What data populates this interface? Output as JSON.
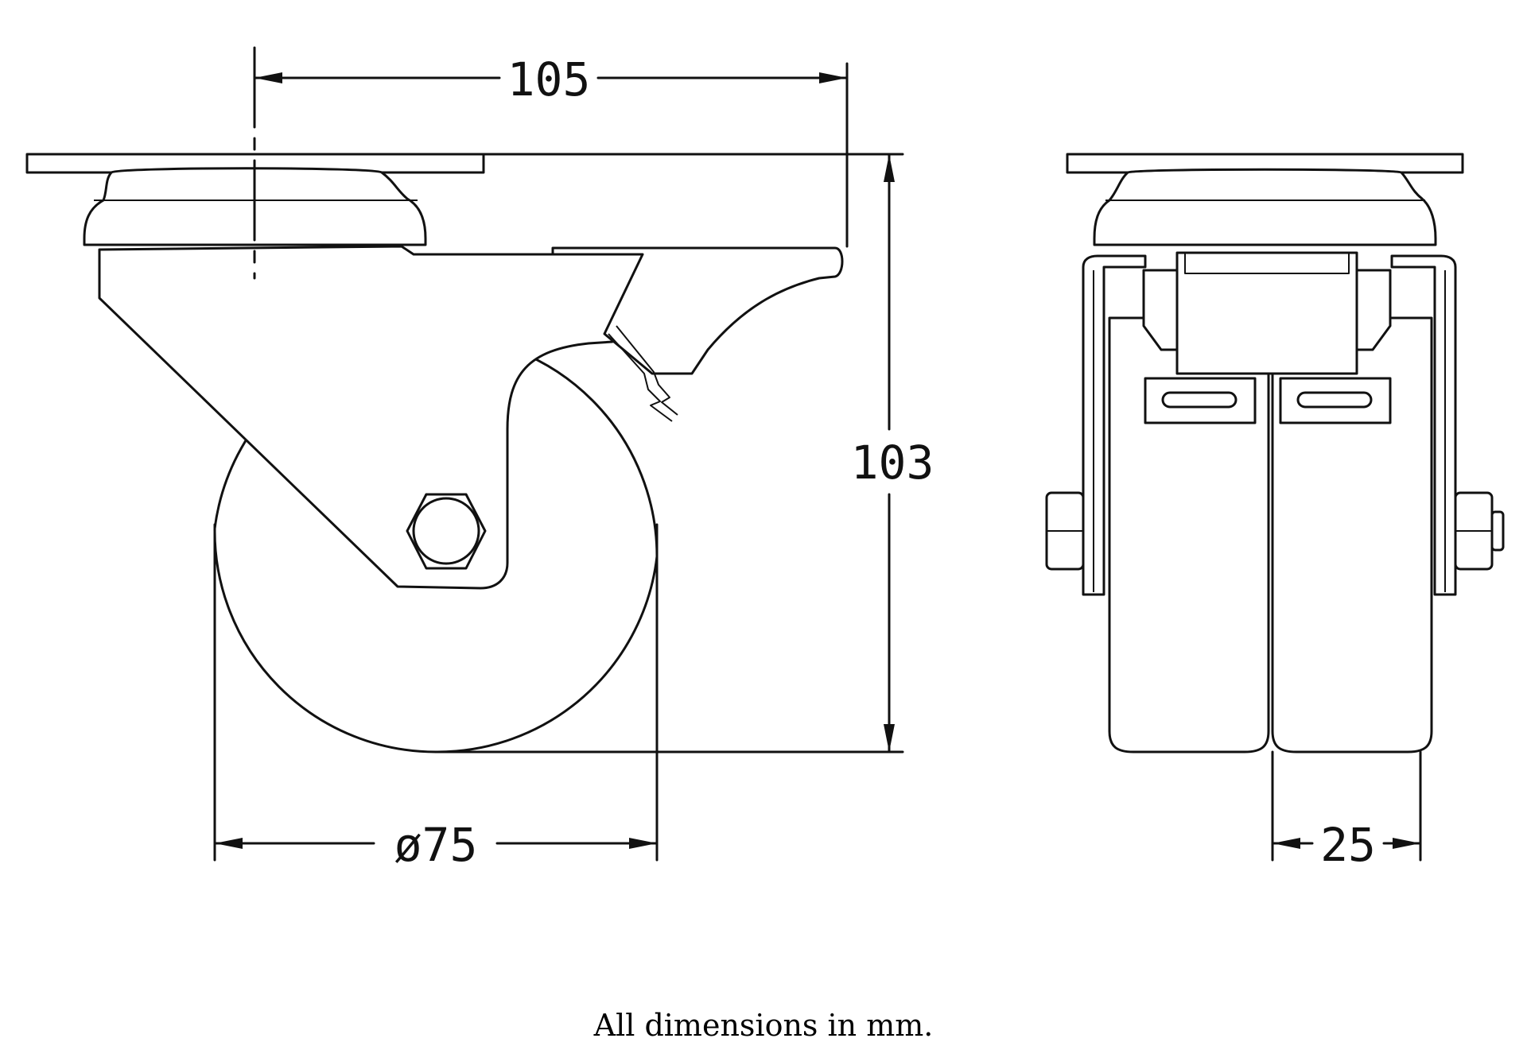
{
  "drawing": {
    "dimensions": {
      "top_offset": "105",
      "overall_height": "103",
      "wheel_diameter": "ø75",
      "wheel_width": "25"
    },
    "note": "All dimensions in mm."
  }
}
